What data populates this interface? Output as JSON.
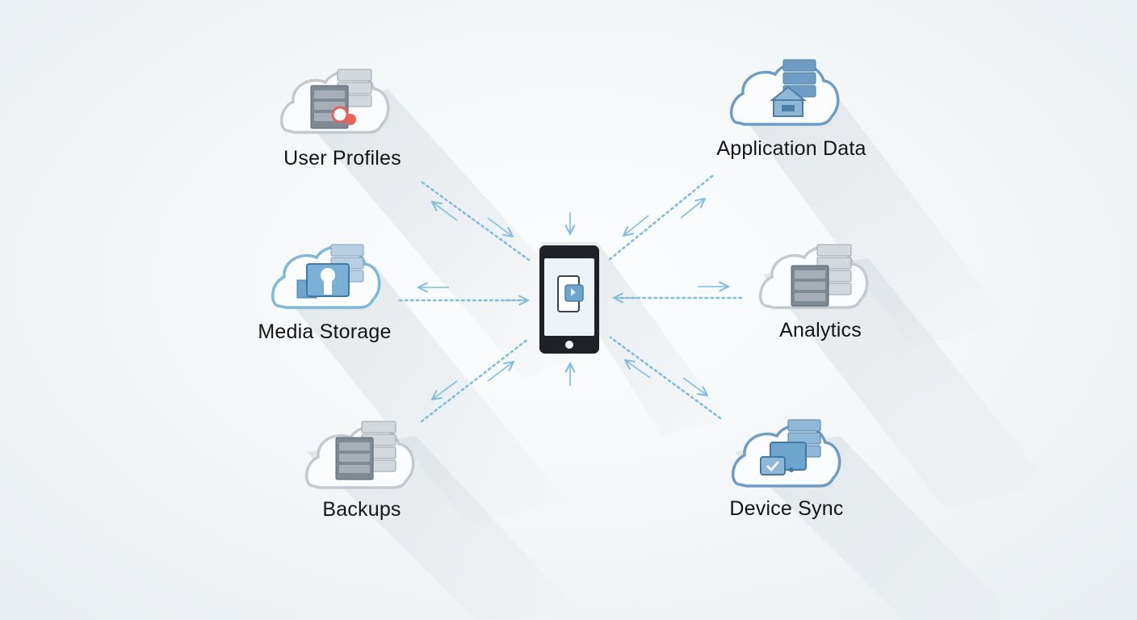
{
  "nodes": {
    "user_profiles": "User Profiles",
    "application_data": "Application Data",
    "media_storage": "Media Storage",
    "analytics": "Analytics",
    "backups": "Backups",
    "device_sync": "Device Sync"
  },
  "colors": {
    "background": "#f3f6f8",
    "connector": "#7fbddd",
    "cloud_gray": "#c3c9cf",
    "cloud_blue": "#7eb8d6",
    "server_gray": "#7e8993",
    "server_blue": "#6e9cc4",
    "phone_body": "#1e2125",
    "alert_red": "#e8625a"
  },
  "icons": {
    "center": "smartphone-icon",
    "user_profiles": "cloud-server-icon",
    "application_data": "cloud-server-icon",
    "media_storage": "cloud-server-icon",
    "analytics": "cloud-server-icon",
    "backups": "cloud-server-icon",
    "device_sync": "cloud-server-icon"
  }
}
